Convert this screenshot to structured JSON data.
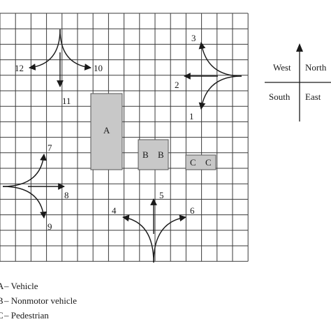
{
  "intersection": {
    "movements": [
      {
        "id": "1",
        "label": "1"
      },
      {
        "id": "2",
        "label": "2"
      },
      {
        "id": "3",
        "label": "3"
      },
      {
        "id": "4",
        "label": "4"
      },
      {
        "id": "5",
        "label": "5"
      },
      {
        "id": "6",
        "label": "6"
      },
      {
        "id": "7",
        "label": "7"
      },
      {
        "id": "8",
        "label": "8"
      },
      {
        "id": "9",
        "label": "9"
      },
      {
        "id": "10",
        "label": "10"
      },
      {
        "id": "11",
        "label": "11"
      },
      {
        "id": "12",
        "label": "12"
      }
    ],
    "blocks": {
      "vehicle": "A",
      "nonmotor": [
        "B",
        "B"
      ],
      "pedestrian": [
        "C",
        "C"
      ]
    }
  },
  "compass": {
    "top_left": "West",
    "top_right": "North",
    "bottom_left": "South",
    "bottom_right": "East"
  },
  "legend": [
    {
      "key": "A",
      "text": "– Vehicle"
    },
    {
      "key": "B",
      "text": "– Nonmotor vehicle"
    },
    {
      "key": "C",
      "text": "– Pedestrian"
    }
  ],
  "colors": {
    "block_fill": "#c8c8c8",
    "grid": "#3a3a3a"
  }
}
